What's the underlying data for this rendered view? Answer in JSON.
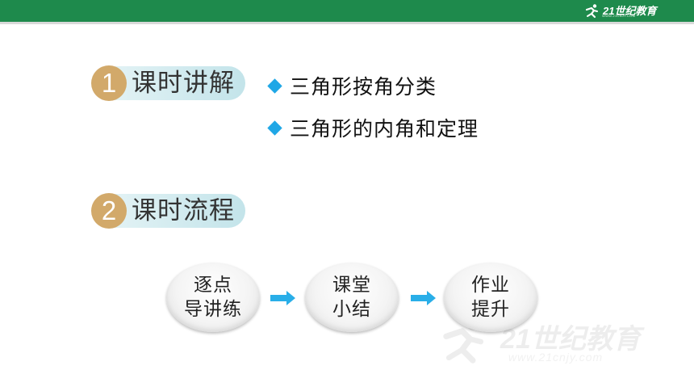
{
  "header": {
    "brand_color": "#1e8a4c",
    "logo": {
      "icon": "runner-logo-icon",
      "text": "21世纪教育",
      "sub": "WWW.21CNJY.COM"
    }
  },
  "section1": {
    "number": "1",
    "title": "课时讲解",
    "bullets": [
      "三角形按角分类",
      "三角形的内角和定理"
    ]
  },
  "section2": {
    "number": "2",
    "title": "课时流程",
    "steps": [
      {
        "line1": "逐点",
        "line2": "导讲练"
      },
      {
        "line1": "课堂",
        "line2": "小结"
      },
      {
        "line1": "作业",
        "line2": "提升"
      }
    ]
  },
  "colors": {
    "accent_gold": "#d2a96a",
    "pill_bg": "#c3e4ea",
    "bullet_blue": "#1fa7e6",
    "arrow_blue": "#29aee8"
  },
  "watermark": {
    "text": "21世纪教育",
    "sub": "www.21cnjy.com"
  }
}
